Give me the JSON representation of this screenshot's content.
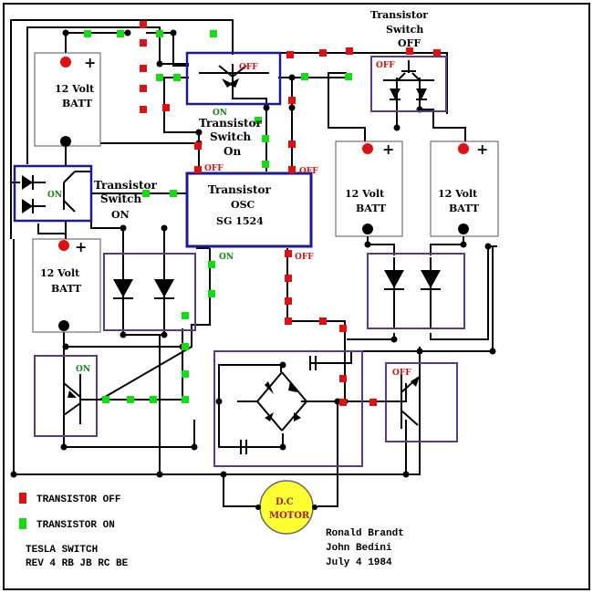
{
  "batteries": {
    "top_left": "12 Volt BATT",
    "mid_left": "12 Volt BATT",
    "right_a": "12 Volt BATT",
    "right_b": "12 Volt BATT",
    "line1": "12 Volt",
    "line2": "BATT",
    "plus": "+"
  },
  "labels": {
    "switch_top_right_1": "Transistor",
    "switch_top_right_2": "Switch",
    "switch_top_right_3": "OFF",
    "switch_center_1": "Transistor",
    "switch_center_2": "Switch",
    "switch_center_3": "On",
    "switch_left_1": "Transistor",
    "switch_left_2": "Switch",
    "switch_left_3": "ON",
    "osc_1": "Transistor",
    "osc_2": "OSC",
    "osc_3": "SG 1524",
    "motor_1": "D.C",
    "motor_2": "MOTOR"
  },
  "state_tags": {
    "off": "OFF",
    "on": "ON"
  },
  "legend": {
    "off_label": "TRANSISTOR OFF",
    "on_label": "TRANSISTOR ON",
    "off_color": "#dd1111",
    "on_color": "#11dd11"
  },
  "footer": {
    "title_1": "TESLA SWITCH",
    "title_2": "REV 4 RB JB RC BE",
    "author_1": "Ronald Brandt",
    "author_2": "John Bedini",
    "date": "July 4 1984"
  },
  "colors": {
    "wire": "#000000",
    "box_navy": "#1a1a9a",
    "box_purple": "#5a3a8a",
    "off_text": "#cc1111",
    "on_text": "#118811",
    "motor_fill": "#ffff33"
  }
}
